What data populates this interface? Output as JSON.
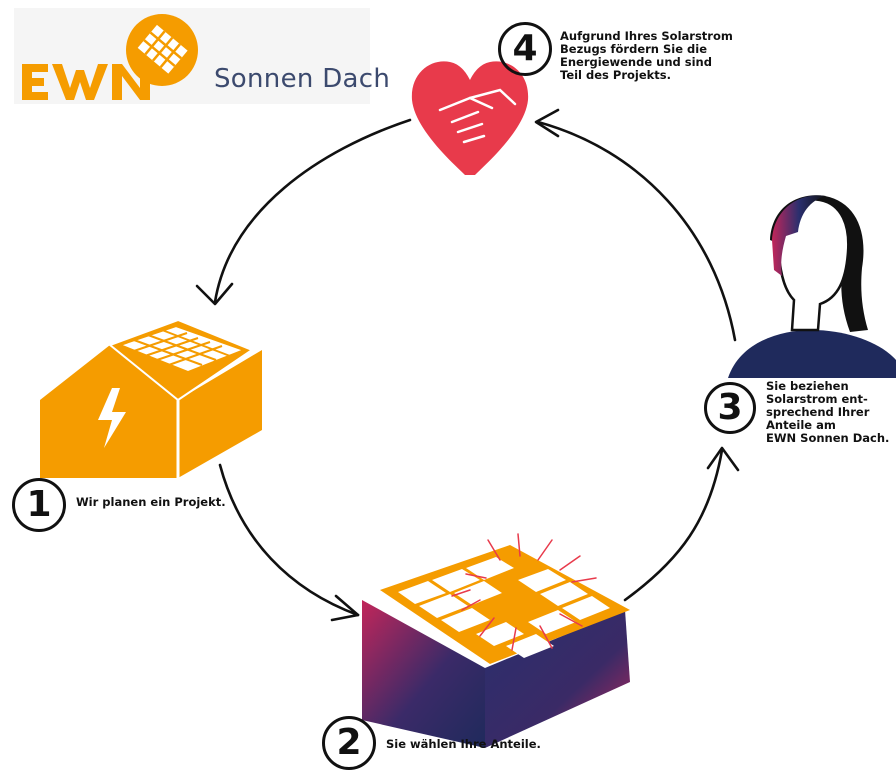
{
  "logo": {
    "brand": "EWN",
    "product": "Sonnen Dach"
  },
  "steps": [
    {
      "number": "1",
      "text": "Wir planen ein Projekt."
    },
    {
      "number": "2",
      "text": "Sie wählen Ihre Anteile."
    },
    {
      "number": "3",
      "text": "Sie beziehen\nSolarstrom ent-\nsprechend Ihrer\nAnteile am\nEWN Sonnen Dach."
    },
    {
      "number": "4",
      "text": "Aufgrund Ihres Solarstrom\nBezugs fördern Sie die\nEnergiewende und sind\nTeil des Projekts."
    }
  ],
  "colors": {
    "orange": "#f59c00",
    "navy": "#1f2a5c",
    "red": "#e83a4b",
    "magenta": "#c2265a",
    "ink": "#111111"
  },
  "icons": [
    "house-lightning-icon",
    "solar-roof-icon",
    "person-icon",
    "heart-handshake-icon"
  ]
}
